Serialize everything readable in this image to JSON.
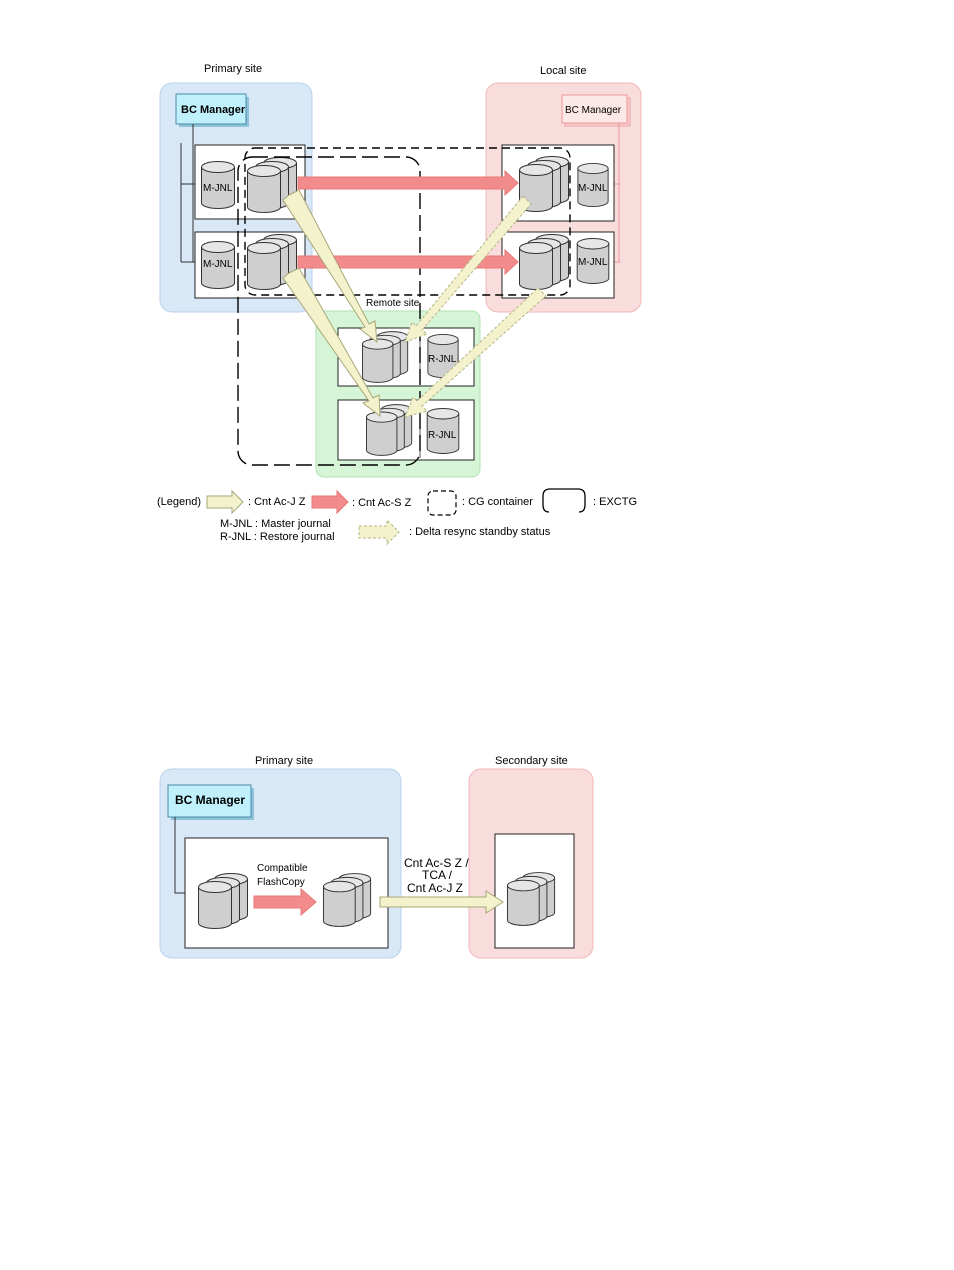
{
  "diagram1": {
    "primary_site_label": "Primary site",
    "local_site_label": "Local site",
    "remote_site_label": "Remote site",
    "bc_manager_label": "BC Manager",
    "bc_manager_local_label": "BC Manager",
    "mjnl_label": "M-JNL",
    "rjnl_label": "R-JNL",
    "colors": {
      "primary_site": "#d9e8f7",
      "local_site": "#f9dcdc",
      "remote_site": "#d6f5d6",
      "bc_manager": "#bff0fb",
      "cnt_ac_j_arrow": "#f3f2cd",
      "cnt_ac_s_arrow": "#f28b8b"
    }
  },
  "legend": {
    "legend_label": "(Legend)",
    "cnt_ac_j": ": Cnt Ac-J Z",
    "cnt_ac_s": ": Cnt Ac-S Z",
    "cg_container": ": CG container",
    "exctg": ": EXCTG",
    "mjnl_def": "M-JNL : Master journal",
    "rjnl_def": "R-JNL : Restore journal",
    "delta_resync": ": Delta resync standby status"
  },
  "diagram2": {
    "primary_site_label": "Primary site",
    "secondary_site_label": "Secondary site",
    "bc_manager_label": "BC Manager",
    "flashcopy_line1": "Compatible",
    "flashcopy_line2": "FlashCopy",
    "link_line1": "Cnt Ac-S Z /",
    "link_line2": "TCA   /",
    "link_line3": "Cnt Ac-J Z"
  }
}
